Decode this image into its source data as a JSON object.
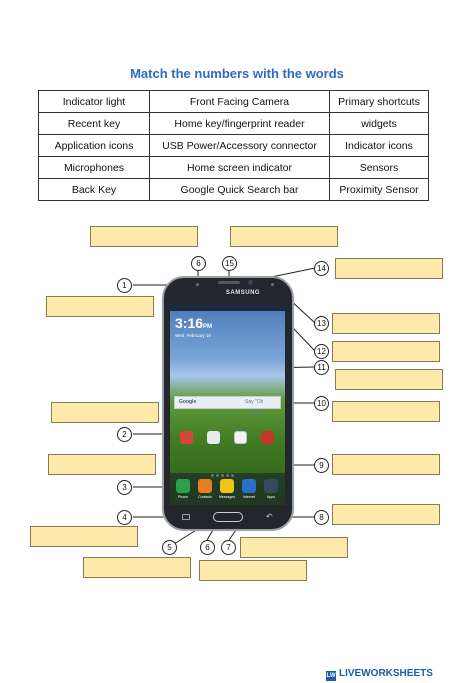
{
  "title": "Match the numbers with the words",
  "words_table": {
    "rows": [
      [
        "Indicator light",
        "Front Facing Camera",
        "Primary shortcuts"
      ],
      [
        "Recent key",
        "Home key/fingerprint reader",
        "widgets"
      ],
      [
        "Application icons",
        "USB Power/Accessory connector",
        "Indicator icons"
      ],
      [
        "Microphones",
        "Home screen indicator",
        "Sensors"
      ],
      [
        "Back Key",
        "Google Quick Search bar",
        "Proximity Sensor"
      ]
    ]
  },
  "callout_numbers": {
    "n1": "1",
    "n2": "2",
    "n3": "3",
    "n4": "4",
    "n5": "5",
    "n6top": "6",
    "n6bottom": "6",
    "n7": "7",
    "n8": "8",
    "n9": "9",
    "n10": "10",
    "n11": "11",
    "n12": "12",
    "n13": "13",
    "n14": "14",
    "n15": "15"
  },
  "answer_boxes": {
    "fill_color": "#fde9a9",
    "count": 16
  },
  "phone": {
    "brand": "SAMSUNG",
    "clock": "3:16",
    "clock_suffix": "PM",
    "date": "Wed, February 16",
    "search_bar_left": "Google",
    "search_bar_right": "Say \"Ok Google\"",
    "dock_labels": [
      "Phone",
      "Contacts",
      "Messages",
      "Internet",
      "Apps"
    ]
  },
  "footer": {
    "logo_text": "LW",
    "brand": "LIVEWORKSHEETS"
  },
  "colors": {
    "title": "#2f6bbf",
    "answer_box": "#fde9a9",
    "phone_body": "#23262b",
    "footer": "#1a5ea8"
  }
}
